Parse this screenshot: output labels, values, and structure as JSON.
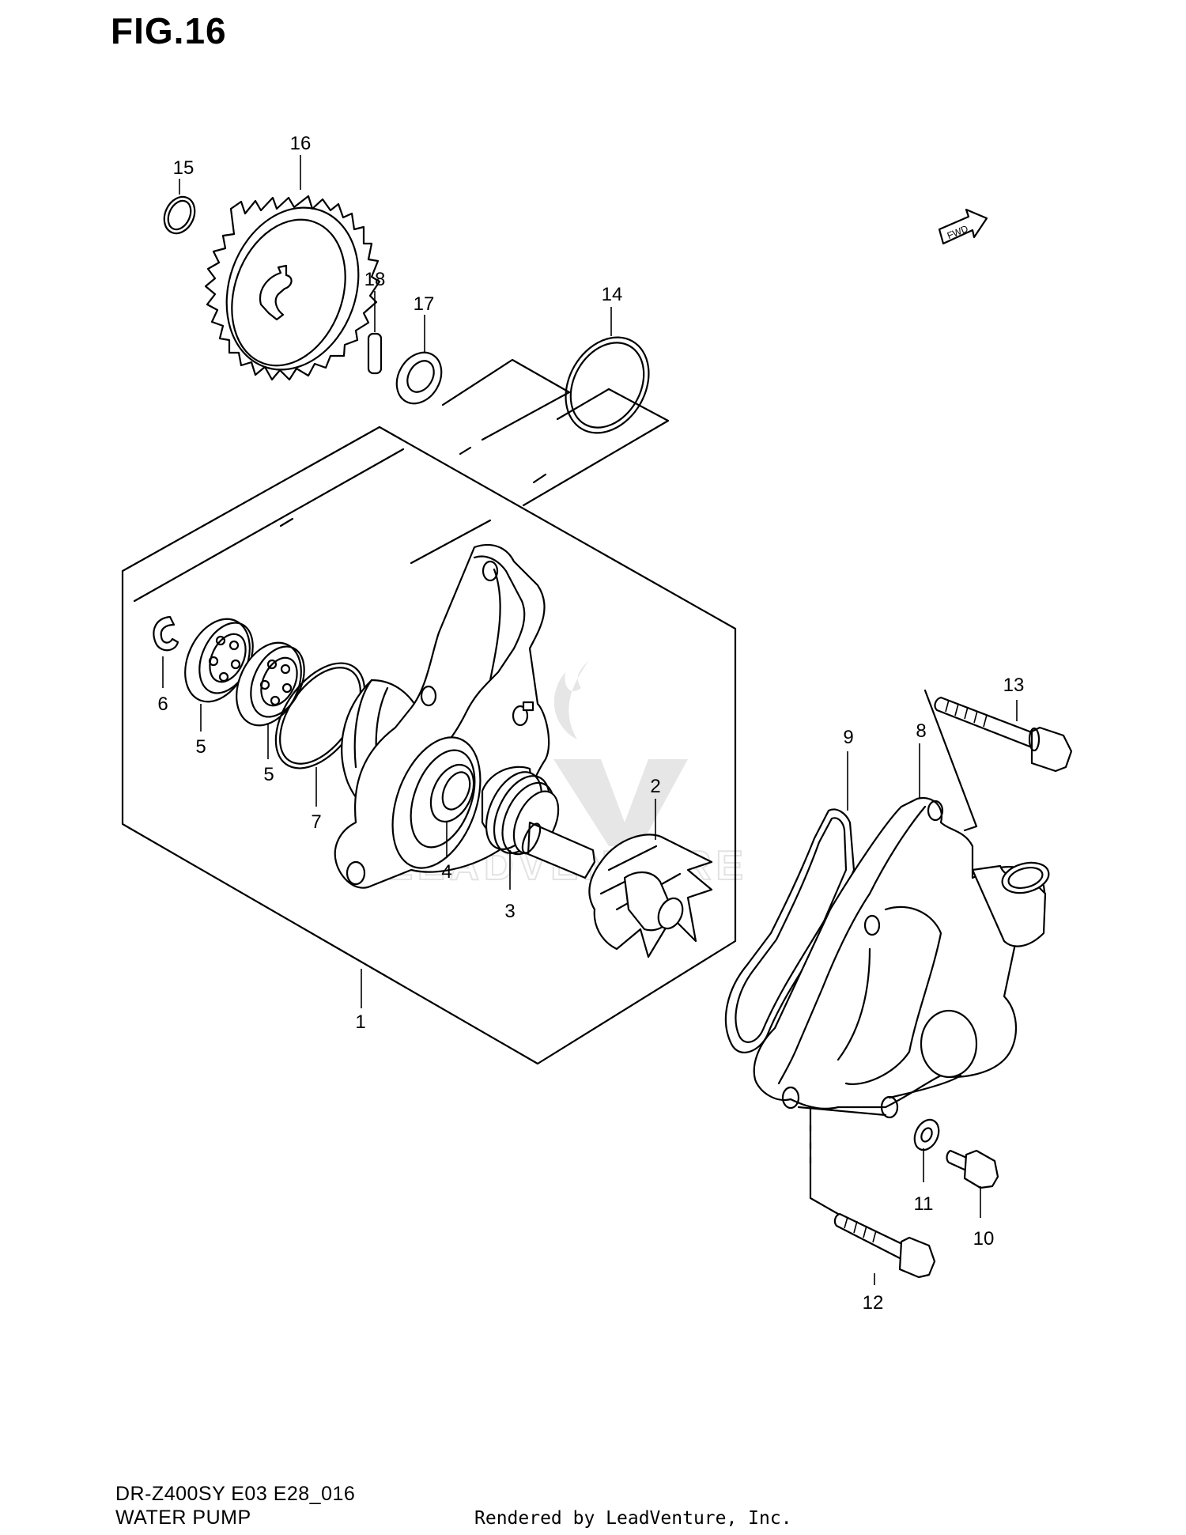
{
  "figure": {
    "title": "FIG.16",
    "model_code": "DR-Z400SY E03 E28_016",
    "section_name": "WATER PUMP",
    "rendered_by": "Rendered by LeadVenture, Inc.",
    "direction_tag": "FWD",
    "watermark_text": "LEADVENTURE"
  },
  "callouts": [
    {
      "id": "c1",
      "label": "1"
    },
    {
      "id": "c2",
      "label": "2"
    },
    {
      "id": "c3",
      "label": "3"
    },
    {
      "id": "c4",
      "label": "4"
    },
    {
      "id": "c5a",
      "label": "5"
    },
    {
      "id": "c5b",
      "label": "5"
    },
    {
      "id": "c6",
      "label": "6"
    },
    {
      "id": "c7",
      "label": "7"
    },
    {
      "id": "c8",
      "label": "8"
    },
    {
      "id": "c9",
      "label": "9"
    },
    {
      "id": "c10",
      "label": "10"
    },
    {
      "id": "c11",
      "label": "11"
    },
    {
      "id": "c12",
      "label": "12"
    },
    {
      "id": "c13",
      "label": "13"
    },
    {
      "id": "c14",
      "label": "14"
    },
    {
      "id": "c15",
      "label": "15"
    },
    {
      "id": "c16",
      "label": "16"
    },
    {
      "id": "c17",
      "label": "17"
    },
    {
      "id": "c18",
      "label": "18"
    }
  ],
  "colors": {
    "line": "#000000",
    "background": "#ffffff",
    "watermark": "#e3e3e3"
  }
}
